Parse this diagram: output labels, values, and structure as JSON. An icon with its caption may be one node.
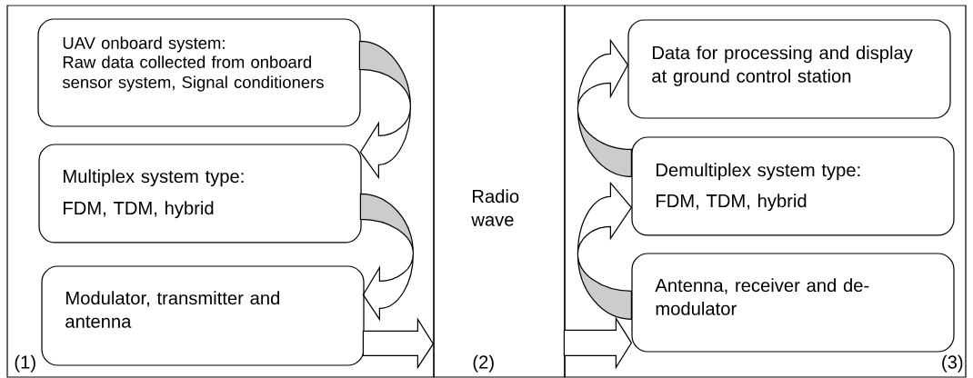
{
  "diagram": {
    "nodes": [
      {
        "text": [
          "(1)"
        ]
      },
      {
        "text": [
          "UAV onboard system:",
          "Raw data collected from onboard sensor system, Signal conditioners"
        ],
        "in": 0
      },
      {
        "text": [
          "Multiplex system type:",
          "FDM, TDM, hybrid"
        ],
        "in": 0
      },
      {
        "text": [
          "Modulator, transmitter and antenna"
        ],
        "in": 0
      },
      {
        "text": [
          "Radio wave",
          "(2)"
        ]
      },
      {
        "text": [
          "(3)"
        ]
      },
      {
        "text": [
          "Data for processing and display at ground control station"
        ],
        "in": 5
      },
      {
        "text": [
          "Demultiplex system type:",
          "FDM, TDM, hybrid"
        ],
        "in": 5
      },
      {
        "text": [
          "Antenna, receiver and de-modulator"
        ],
        "in": 5
      }
    ],
    "edges": [
      {
        "from": 1,
        "to": 2,
        "arrow": "to"
      },
      {
        "from": 2,
        "to": 3,
        "arrow": "to"
      },
      {
        "from": 3,
        "to": 4,
        "arrow": "to"
      },
      {
        "from": 4,
        "to": 8,
        "arrow": "to"
      },
      {
        "from": 8,
        "to": 7,
        "arrow": "to"
      },
      {
        "from": 7,
        "to": 6,
        "arrow": "to"
      }
    ]
  }
}
